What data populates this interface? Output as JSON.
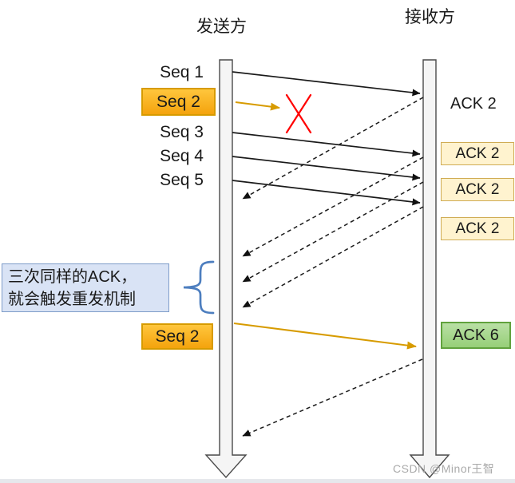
{
  "diagram_type": "tcp-fast-retransmit-sequence-diagram",
  "titles": {
    "sender": "发送方",
    "receiver": "接收方"
  },
  "sequence_labels": {
    "seq1": "Seq 1",
    "seq2_lost": "Seq 2",
    "seq3": "Seq 3",
    "seq4": "Seq 4",
    "seq5": "Seq 5",
    "seq2_retransmit": "Seq 2"
  },
  "ack_labels": {
    "ack2_first": "ACK 2",
    "ack2_dup1": "ACK 2",
    "ack2_dup2": "ACK 2",
    "ack2_dup3": "ACK 2",
    "ack6": "ACK 6"
  },
  "annotation": {
    "line1": "三次同样的ACK，",
    "line2": "就会触发重发机制"
  },
  "watermark": "CSDN @Minor王智",
  "colors": {
    "seq_highlight_fill_top": "#FFC63D",
    "seq_highlight_fill_bottom": "#F4A30D",
    "seq_highlight_border": "#D79B00",
    "dup_ack_fill": "#FFF3CF",
    "dup_ack_border": "#D0AC54",
    "ack6_fill_top": "#B9E0A5",
    "ack6_fill_bottom": "#97CF78",
    "ack6_border": "#61A23D",
    "annotation_fill": "#D9E3F5",
    "annotation_border": "#7E9CC9",
    "retransmit_arrow": "#D79B00",
    "packet_loss_x": "#FF0000",
    "brace": "#4D7EBF",
    "lifeline_fill": "#F5F5F5",
    "arrow_color": "#1A1A1A"
  }
}
